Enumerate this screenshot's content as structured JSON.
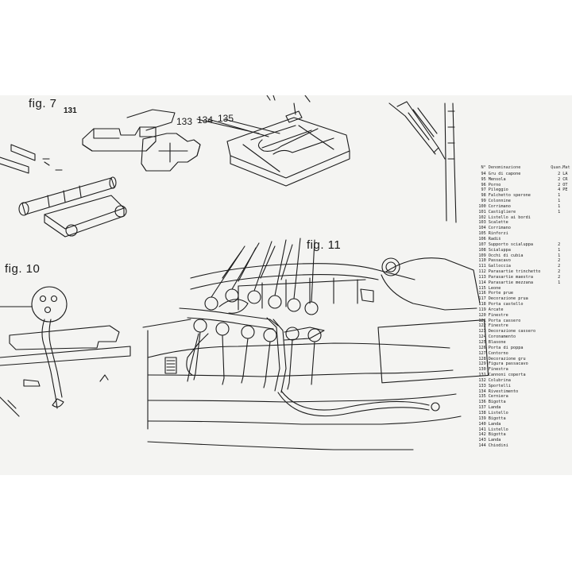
{
  "figures": {
    "fig7": "fig. 7",
    "fig7_part": "131",
    "fig10": "fig. 10",
    "fig11": "fig. 11",
    "part_133": "133",
    "part_134": "134",
    "part_135": "135"
  },
  "parts_list": {
    "header": {
      "num": "N°",
      "name": "Denominazione",
      "qty": "Quan.",
      "mat": "Mat"
    },
    "rows": [
      {
        "num": "94",
        "name": "Gru di capone",
        "qty": "2",
        "mat": "LA"
      },
      {
        "num": "95",
        "name": "Mensola",
        "qty": "2",
        "mat": "CR"
      },
      {
        "num": "96",
        "name": "Porno",
        "qty": "2",
        "mat": "OT"
      },
      {
        "num": "97",
        "name": "Pileggio",
        "qty": "4",
        "mat": "PE"
      },
      {
        "num": "98",
        "name": "Falchetto sperone",
        "qty": "1",
        "mat": ""
      },
      {
        "num": "99",
        "name": "Colonnine",
        "qty": "1",
        "mat": ""
      },
      {
        "num": "100",
        "name": "Corrimano",
        "qty": "1",
        "mat": ""
      },
      {
        "num": "101",
        "name": "Castigliere",
        "qty": "1",
        "mat": ""
      },
      {
        "num": "102",
        "name": "Listello ai bordi",
        "qty": "",
        "mat": ""
      },
      {
        "num": "103",
        "name": "Scalette",
        "qty": "",
        "mat": ""
      },
      {
        "num": "104",
        "name": "Corrimano",
        "qty": "",
        "mat": ""
      },
      {
        "num": "105",
        "name": "Rinforzi",
        "qty": "",
        "mat": ""
      },
      {
        "num": "106",
        "name": "Radiš",
        "qty": "",
        "mat": ""
      },
      {
        "num": "107",
        "name": "Supporto scialuppa",
        "qty": "2",
        "mat": ""
      },
      {
        "num": "108",
        "name": "Scialuppa",
        "qty": "1",
        "mat": ""
      },
      {
        "num": "109",
        "name": "Occhi di cubia",
        "qty": "1",
        "mat": ""
      },
      {
        "num": "110",
        "name": "Passacavo",
        "qty": "2",
        "mat": ""
      },
      {
        "num": "111",
        "name": "Galloccia",
        "qty": "2",
        "mat": ""
      },
      {
        "num": "112",
        "name": "Parasartie trinchetto",
        "qty": "2",
        "mat": ""
      },
      {
        "num": "113",
        "name": "Parasartie maestra",
        "qty": "2",
        "mat": ""
      },
      {
        "num": "114",
        "name": "Parasartie mezzana",
        "qty": "1",
        "mat": ""
      },
      {
        "num": "115",
        "name": "Leone",
        "qty": "",
        "mat": ""
      },
      {
        "num": "116",
        "name": "Porte prue",
        "qty": "",
        "mat": ""
      },
      {
        "num": "117",
        "name": "Decorazione prua",
        "qty": "",
        "mat": ""
      },
      {
        "num": "118",
        "name": "Porta castello",
        "qty": "",
        "mat": ""
      },
      {
        "num": "119",
        "name": "Arcate",
        "qty": "",
        "mat": ""
      },
      {
        "num": "120",
        "name": "Finestre",
        "qty": "",
        "mat": ""
      },
      {
        "num": "121",
        "name": "Porta cassero",
        "qty": "",
        "mat": ""
      },
      {
        "num": "122",
        "name": "Finestre",
        "qty": "",
        "mat": ""
      },
      {
        "num": "123",
        "name": "Decorazione cassero",
        "qty": "",
        "mat": ""
      },
      {
        "num": "124",
        "name": "Coronamento",
        "qty": "",
        "mat": ""
      },
      {
        "num": "125",
        "name": "Blasone",
        "qty": "",
        "mat": ""
      },
      {
        "num": "126",
        "name": "Porta di poppa",
        "qty": "",
        "mat": ""
      },
      {
        "num": "127",
        "name": "Contorno",
        "qty": "",
        "mat": ""
      },
      {
        "num": "128",
        "name": "Decorazione gru",
        "qty": "",
        "mat": ""
      },
      {
        "num": "129",
        "name": "Figura passacavo",
        "qty": "",
        "mat": ""
      },
      {
        "num": "130",
        "name": "Finestra",
        "qty": "",
        "mat": ""
      },
      {
        "num": "131",
        "name": "Cannoni coperta",
        "qty": "",
        "mat": ""
      },
      {
        "num": "132",
        "name": "Colubrina",
        "qty": "",
        "mat": ""
      },
      {
        "num": "133",
        "name": "Sportelli",
        "qty": "",
        "mat": ""
      },
      {
        "num": "134",
        "name": "Rivestimento",
        "qty": "",
        "mat": ""
      },
      {
        "num": "135",
        "name": "Cerniera",
        "qty": "",
        "mat": ""
      },
      {
        "num": "136",
        "name": "Bigotta",
        "qty": "",
        "mat": ""
      },
      {
        "num": "137",
        "name": "Landa",
        "qty": "",
        "mat": ""
      },
      {
        "num": "138",
        "name": "Listello",
        "qty": "",
        "mat": ""
      },
      {
        "num": "139",
        "name": "Bigotta",
        "qty": "",
        "mat": ""
      },
      {
        "num": "140",
        "name": "Landa",
        "qty": "",
        "mat": ""
      },
      {
        "num": "141",
        "name": "Listello",
        "qty": "",
        "mat": ""
      },
      {
        "num": "142",
        "name": "Bigotta",
        "qty": "",
        "mat": ""
      },
      {
        "num": "143",
        "name": "Landa",
        "qty": "",
        "mat": ""
      },
      {
        "num": "144",
        "name": "Chiodini",
        "qty": "",
        "mat": ""
      }
    ]
  }
}
